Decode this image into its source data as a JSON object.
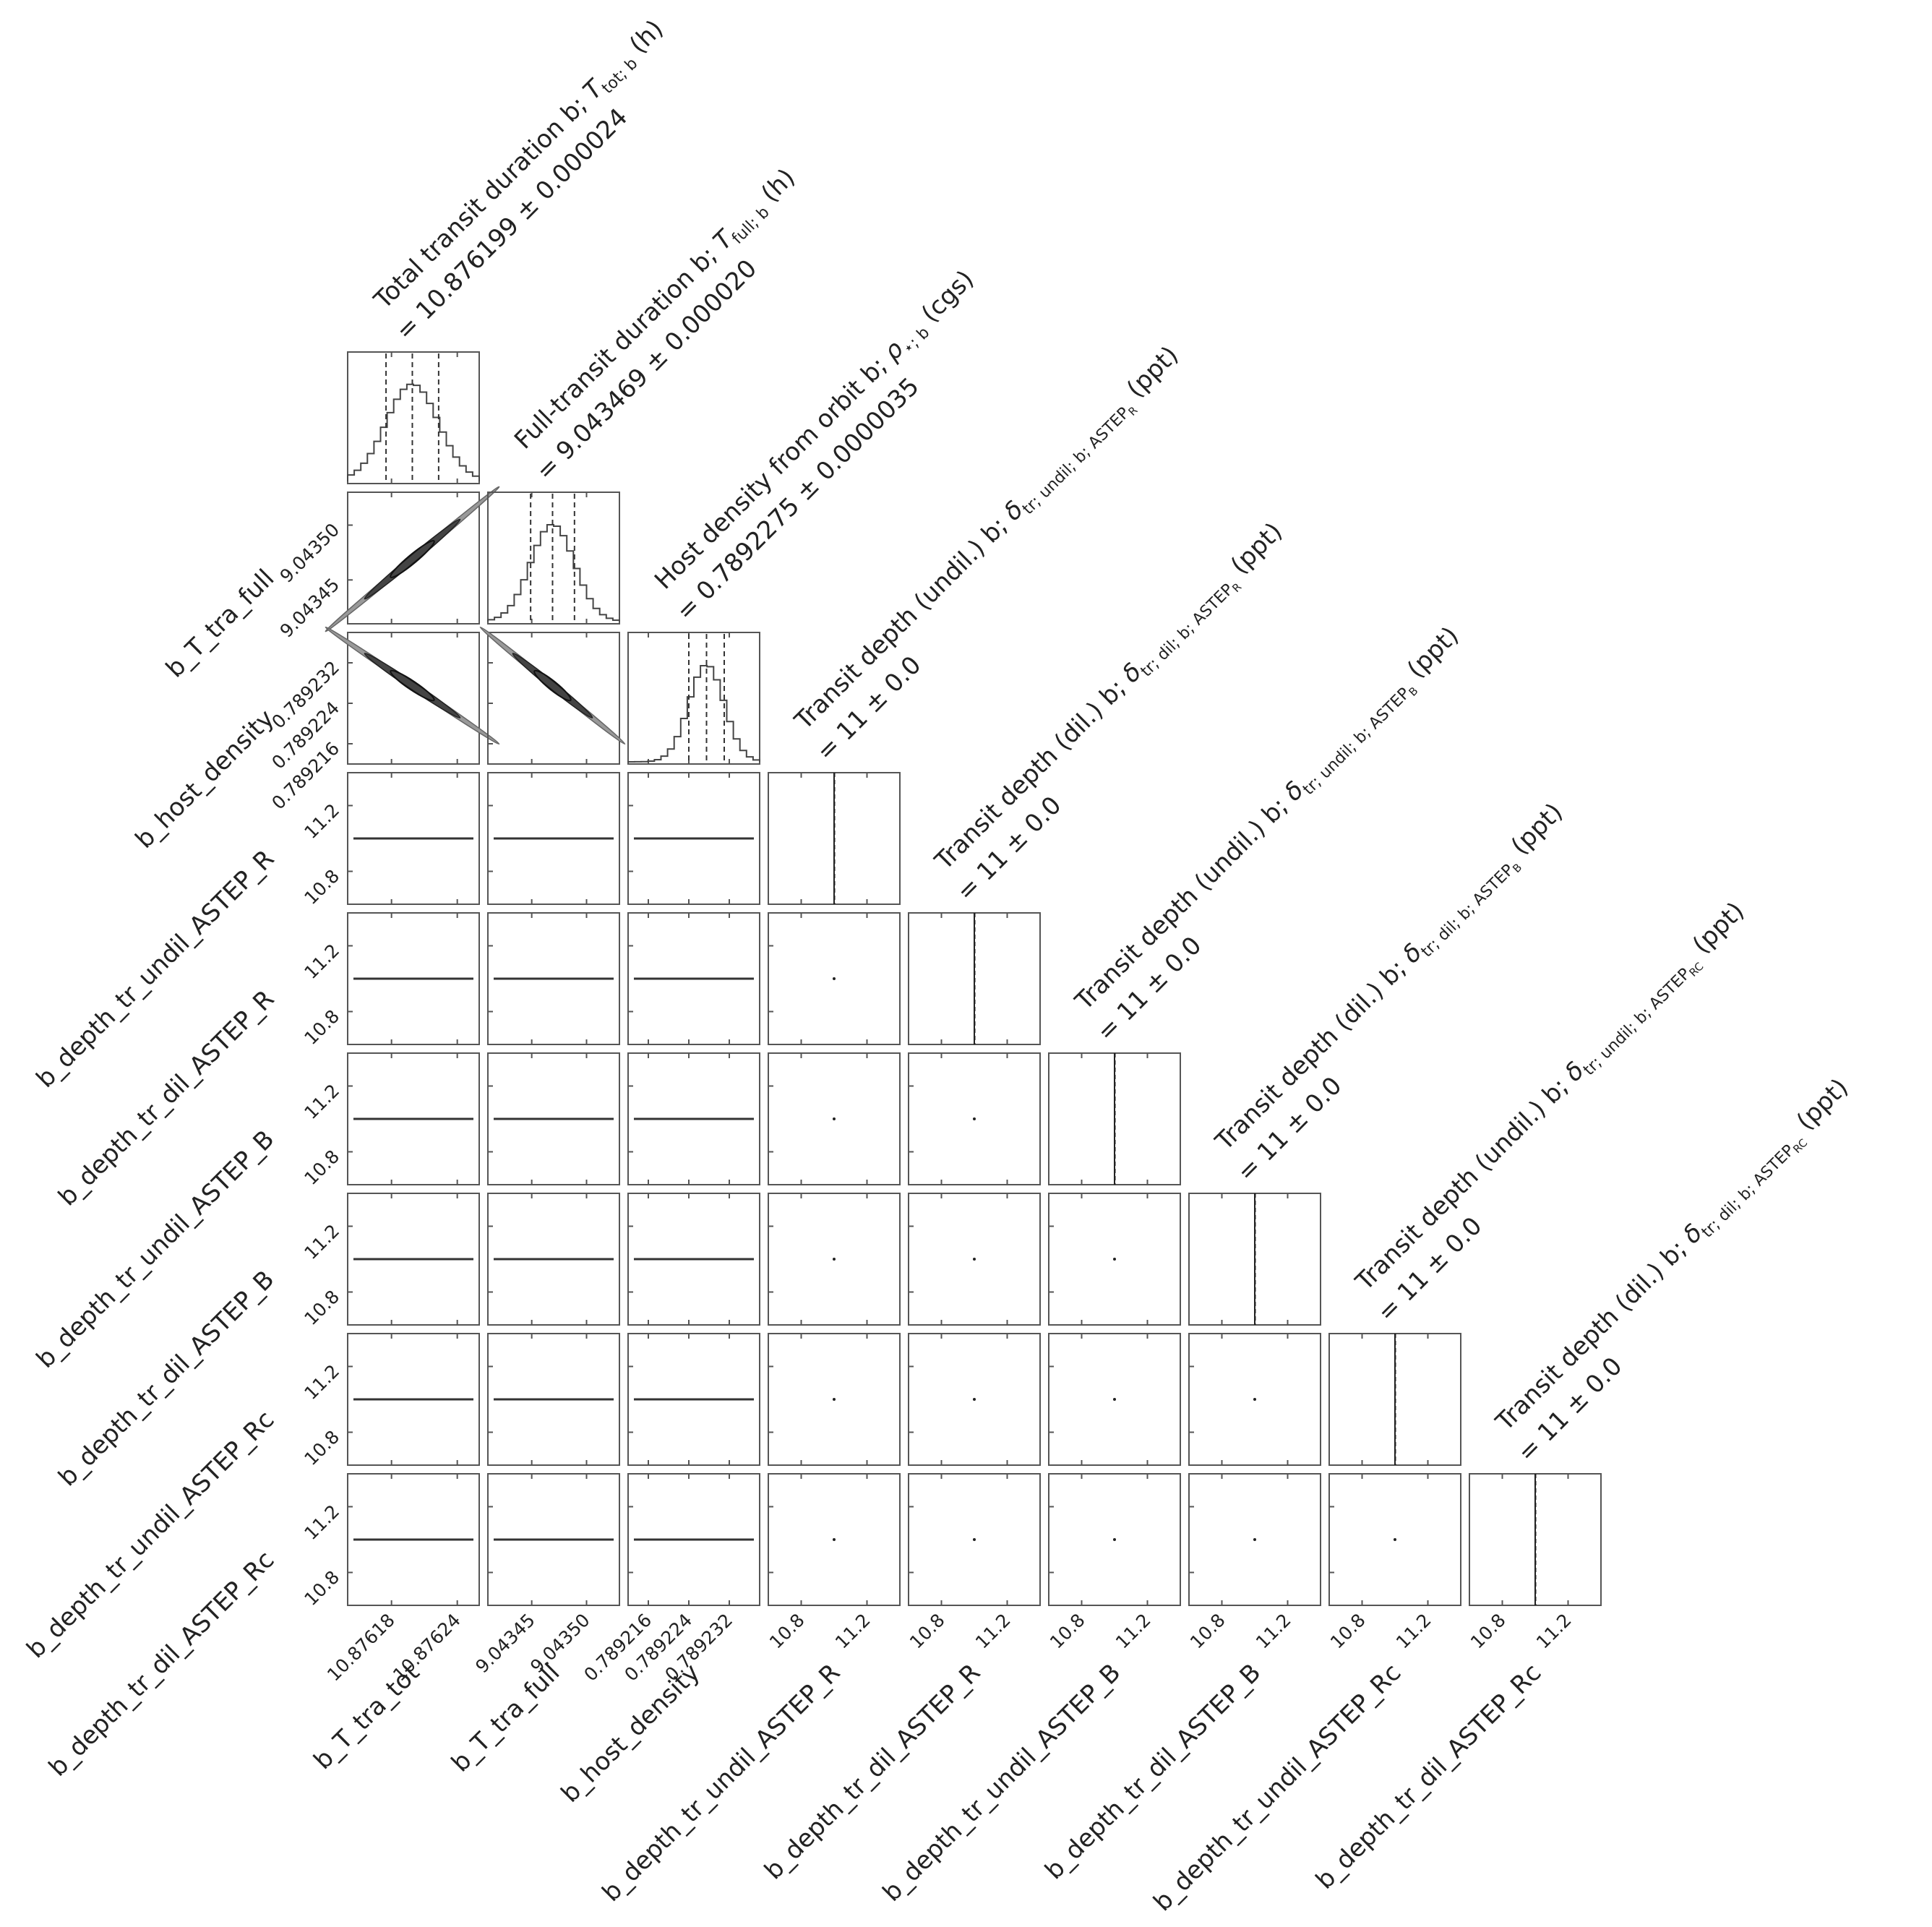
{
  "chart_data": {
    "type": "corner",
    "grid": false,
    "parameters": [
      {
        "name": "b_T_tra_tot",
        "center": 10.876199,
        "sigma": 2.4e-05,
        "range": [
          10.87614,
          10.87626
        ],
        "ticks": [
          "10.87618",
          "10.87624"
        ],
        "tick_values": [
          10.87618,
          10.87624
        ]
      },
      {
        "name": "b_T_tra_full",
        "center": 9.043469,
        "sigma": 2e-05,
        "range": [
          9.04341,
          9.04353
        ],
        "ticks": [
          "9.04345",
          "9.04350"
        ],
        "tick_values": [
          9.04345,
          9.0435
        ]
      },
      {
        "name": "b_host_density",
        "center": 0.7892275,
        "sigma": 3.5e-06,
        "range": [
          0.789212,
          0.789238
        ],
        "ticks": [
          "0.789216",
          "0.789224",
          "0.789232"
        ],
        "tick_values": [
          0.789216,
          0.789224,
          0.789232
        ]
      },
      {
        "name": "b_depth_tr_undil_ASTEP_R",
        "center": 11,
        "sigma": 0.0,
        "range": [
          10.6,
          11.4
        ],
        "ticks": [
          "10.8",
          "11.2"
        ],
        "tick_values": [
          10.8,
          11.2
        ]
      },
      {
        "name": "b_depth_tr_dil_ASTEP_R",
        "center": 11,
        "sigma": 0.0,
        "range": [
          10.6,
          11.4
        ],
        "ticks": [
          "10.8",
          "11.2"
        ],
        "tick_values": [
          10.8,
          11.2
        ]
      },
      {
        "name": "b_depth_tr_undil_ASTEP_B",
        "center": 11,
        "sigma": 0.0,
        "range": [
          10.6,
          11.4
        ],
        "ticks": [
          "10.8",
          "11.2"
        ],
        "tick_values": [
          10.8,
          11.2
        ]
      },
      {
        "name": "b_depth_tr_dil_ASTEP_B",
        "center": 11,
        "sigma": 0.0,
        "range": [
          10.6,
          11.4
        ],
        "ticks": [
          "10.8",
          "11.2"
        ],
        "tick_values": [
          10.8,
          11.2
        ]
      },
      {
        "name": "b_depth_tr_undil_ASTEP_Rc",
        "center": 11,
        "sigma": 0.0,
        "range": [
          10.6,
          11.4
        ],
        "ticks": [
          "10.8",
          "11.2"
        ],
        "tick_values": [
          10.8,
          11.2
        ]
      },
      {
        "name": "b_depth_tr_dil_ASTEP_Rc",
        "center": 11,
        "sigma": 0.0,
        "range": [
          10.6,
          11.4
        ],
        "ticks": [
          "10.8",
          "11.2"
        ],
        "tick_values": [
          10.8,
          11.2
        ]
      }
    ],
    "titles": [
      {
        "label": "Total transit duration b; ",
        "sym": "T",
        "sub": "tot; b",
        "sup": "",
        "unit": " (h)",
        "value": "= 10.876199 ± 0.000024"
      },
      {
        "label": "Full-transit duration b; ",
        "sym": "T",
        "sub": "full; b",
        "sup": "",
        "unit": " (h)",
        "value": "= 9.043469 ± 0.000020"
      },
      {
        "label": "Host density from orbit b; ",
        "sym": "ρ",
        "sub": "⋆; b",
        "sup": "",
        "unit": " (cgs)",
        "value": "= 0.7892275 ± 0.0000035"
      },
      {
        "label": "Transit depth (undil.) b; ",
        "sym": "δ",
        "sub": "tr; undil; b; ASTEP",
        "sup": "R",
        "unit": " (ppt)",
        "value": "= 11 ± 0.0"
      },
      {
        "label": "Transit depth (dil.) b; ",
        "sym": "δ",
        "sub": "tr; dil; b; ASTEP",
        "sup": "R",
        "unit": " (ppt)",
        "value": "= 11 ± 0.0"
      },
      {
        "label": "Transit depth (undil.) b; ",
        "sym": "δ",
        "sub": "tr; undil; b; ASTEP",
        "sup": "B",
        "unit": " (ppt)",
        "value": "= 11 ± 0.0"
      },
      {
        "label": "Transit depth (dil.) b; ",
        "sym": "δ",
        "sub": "tr; dil; b; ASTEP",
        "sup": "B",
        "unit": " (ppt)",
        "value": "= 11 ± 0.0"
      },
      {
        "label": "Transit depth (undil.) b; ",
        "sym": "δ",
        "sub": "tr; undil; b; ASTEP",
        "sup": "RC",
        "unit": " (ppt)",
        "value": "= 11 ± 0.0"
      },
      {
        "label": "Transit depth (dil.) b; ",
        "sym": "δ",
        "sub": "tr; dil; b; ASTEP",
        "sup": "RC",
        "unit": " (ppt)",
        "value": "= 11 ± 0.0"
      }
    ],
    "quantiles": [
      0.16,
      0.5,
      0.84
    ],
    "correlations": [
      {
        "pair": [
          "b_T_tra_full",
          "b_T_tra_tot"
        ],
        "sign": "positive"
      },
      {
        "pair": [
          "b_host_density",
          "b_T_tra_tot"
        ],
        "sign": "negative"
      },
      {
        "pair": [
          "b_host_density",
          "b_T_tra_full"
        ],
        "sign": "negative"
      }
    ],
    "colors": {
      "frame": "#555555",
      "hist": "#444444",
      "samples": "#333333",
      "text": "#222222"
    }
  }
}
